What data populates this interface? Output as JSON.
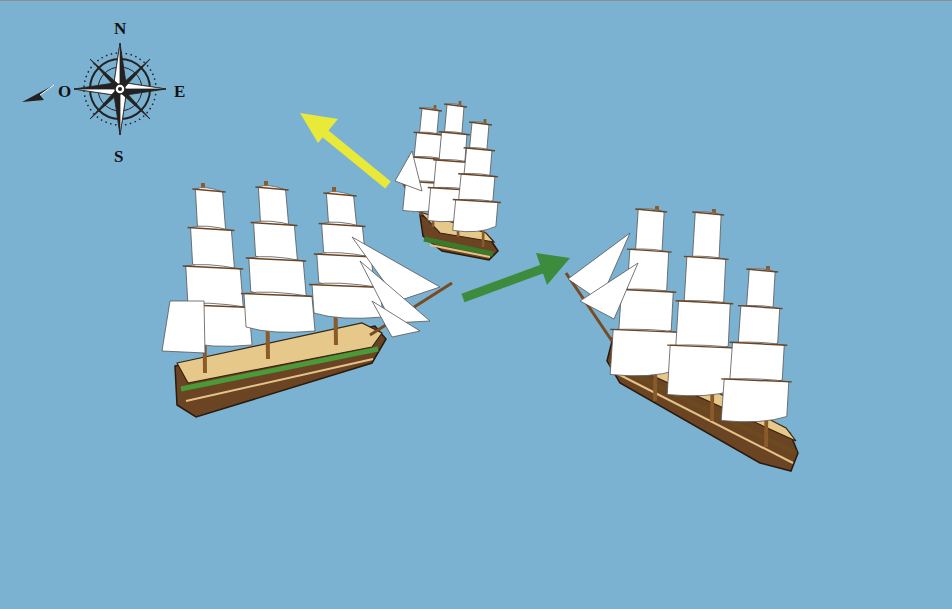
{
  "diagram": {
    "labels": [
      "N",
      "E",
      "S",
      "O"
    ]
  }
}
